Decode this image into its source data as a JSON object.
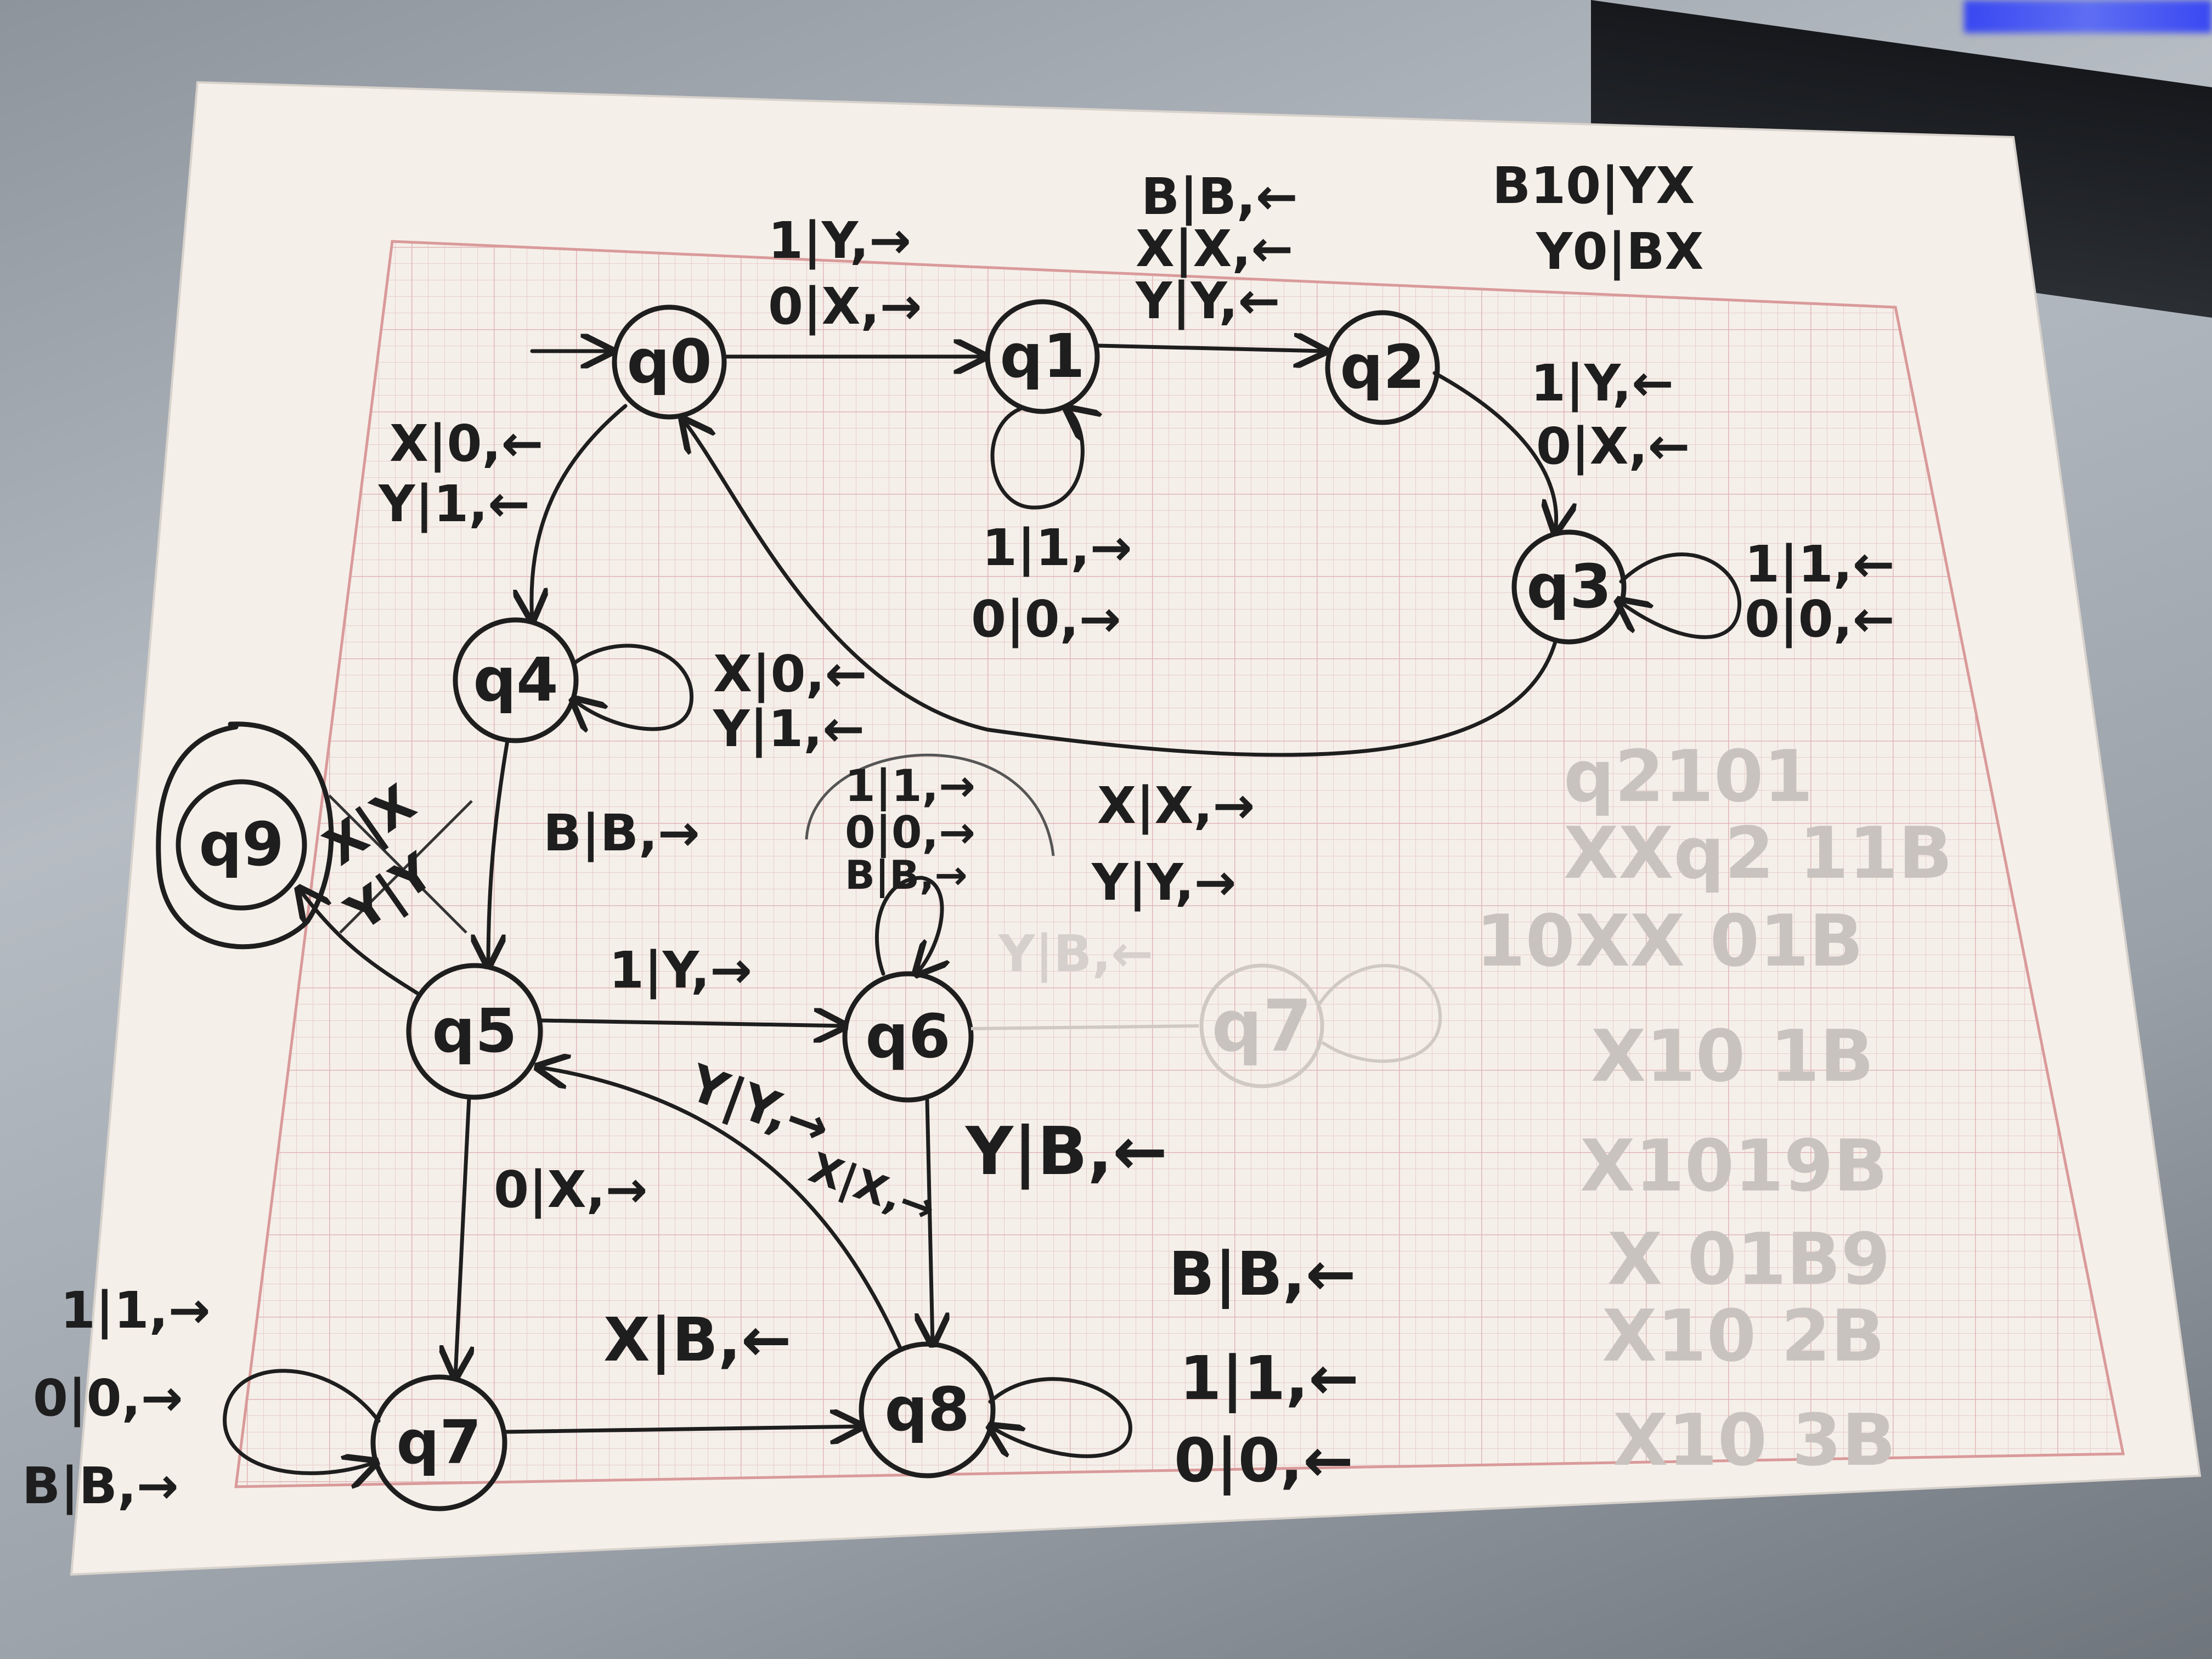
{
  "states": {
    "q0": "q0",
    "q1": "q1",
    "q2": "q2",
    "q3": "q3",
    "q4": "q4",
    "q5": "q5",
    "q6": "q6",
    "q7": "q7",
    "q8": "q8",
    "q9": "q9"
  },
  "faded_state": "q7",
  "transitions": {
    "q0_q1": [
      "1|Y,→",
      "0|X,→"
    ],
    "q1_loop": [
      "1|1,→",
      "0|0,→"
    ],
    "q1_q2": [
      "B|B,←",
      "X|X,←",
      "Y|Y,←"
    ],
    "q2_q3": [
      "1|Y,←",
      "0|X,←"
    ],
    "q3_loop": [
      "1|1,←",
      "0|0,←"
    ],
    "q0_q4": [
      "X|0,←",
      "Y|1,←"
    ],
    "q4_loop": [
      "X|0,←",
      "Y|1,←"
    ],
    "q4_q5": [
      "B|B,→"
    ],
    "q5_q9": [
      "X|X",
      "Y|Y"
    ],
    "q5_q6": [
      "1|Y,→"
    ],
    "q6_loop": [
      "1|1,→",
      "0|0,→",
      "B|B,→"
    ],
    "q6_q7_crossed": [
      "X|X,→",
      "Y|Y,→"
    ],
    "q6_faded": [
      "Y|B,←"
    ],
    "q8_q5": [
      "Y|Y,→",
      "X|X,→"
    ],
    "q6_q8": [
      "Y|B,←"
    ],
    "q5_q7": [
      "0|X,→"
    ],
    "q7_loop": [
      "1|1,→",
      "0|0,→",
      "B|B,→"
    ],
    "q7_q8": [
      "X|B,←"
    ],
    "q8_loop": [
      "B|B,←",
      "1|1,←",
      "0|0,←"
    ]
  },
  "top_right_notes": [
    "B10|YX",
    "Y0|BX"
  ],
  "faded_tape_rows": [
    "q2101",
    "XXq2 11B",
    "10XX 01B",
    "X10 1B",
    "X1019B",
    "X 01B9",
    "X10 2B",
    "X10 3B"
  ]
}
